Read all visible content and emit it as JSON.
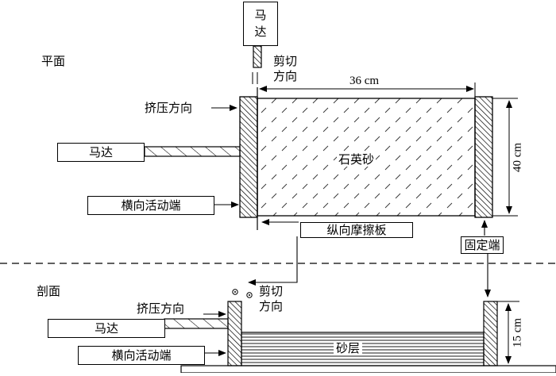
{
  "plan_view": {
    "section_label": "平面",
    "motor_top": [
      "马",
      "达"
    ],
    "shear_direction": [
      "剪切",
      "方向"
    ],
    "length_dim": "36 cm",
    "width_dim": "40 cm",
    "compression_direction": "挤压方向",
    "motor_left": "马达",
    "sand_label": "石英砂",
    "lateral_active_end": "横向活动端",
    "longitudinal_friction_plate": "纵向摩擦板",
    "fixed_end": "固定端"
  },
  "section_view": {
    "section_label": "剖面",
    "shear_direction": [
      "剪切",
      "方向"
    ],
    "compression_direction": "挤压方向",
    "motor_left": "马达",
    "lateral_active_end": "横向活动端",
    "sand_layer": "砂层",
    "height_dim": "15 cm"
  },
  "colors": {
    "stroke": "#000000",
    "hatch": "#333333",
    "background": "#ffffff"
  }
}
